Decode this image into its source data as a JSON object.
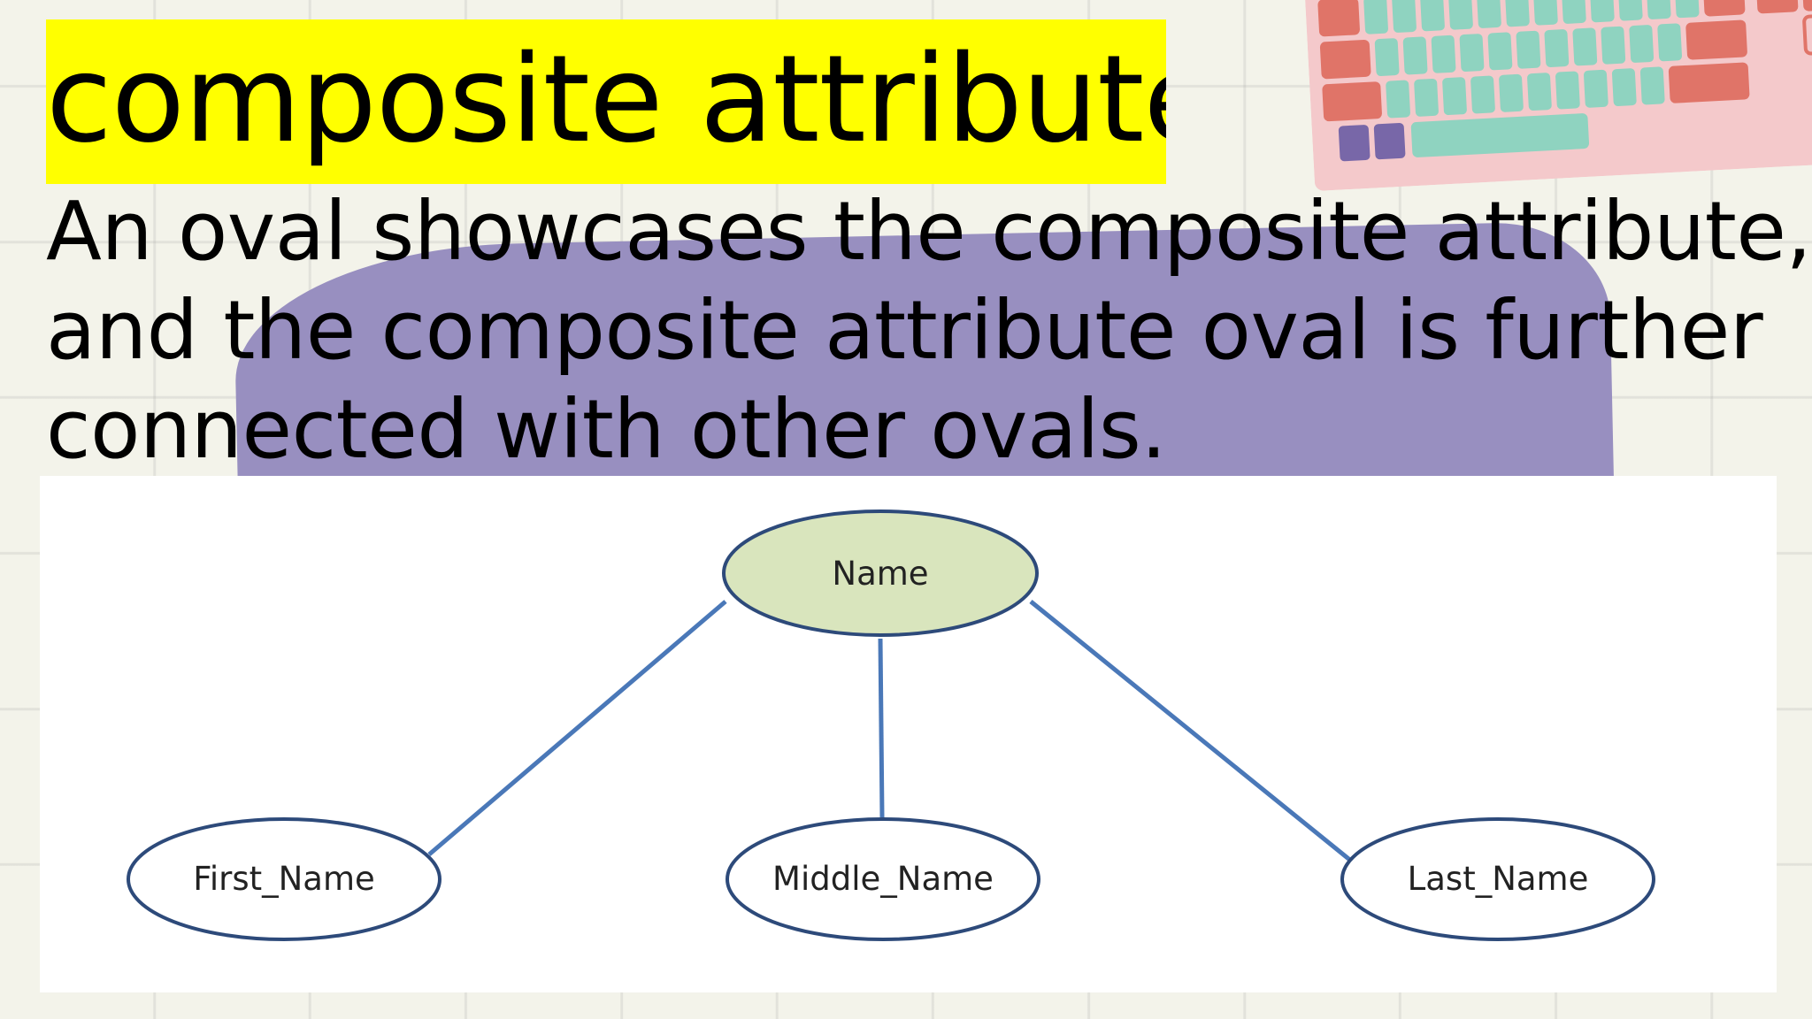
{
  "slide": {
    "title": "composite attribute",
    "body_lines": [
      "An oval showcases the composite attribute,",
      "and the composite attribute oval is further",
      "connected with other ovals."
    ]
  },
  "diagram": {
    "root": {
      "label": "Name"
    },
    "children": [
      {
        "label": "First_Name"
      },
      {
        "label": "Middle_Name"
      },
      {
        "label": "Last_Name"
      }
    ]
  },
  "colors": {
    "title_highlight": "#ffff00",
    "root_fill": "#d9e5bd",
    "oval_stroke": "#2d4a7a",
    "connector": "#4a78b8",
    "blob": "#988fc0"
  }
}
